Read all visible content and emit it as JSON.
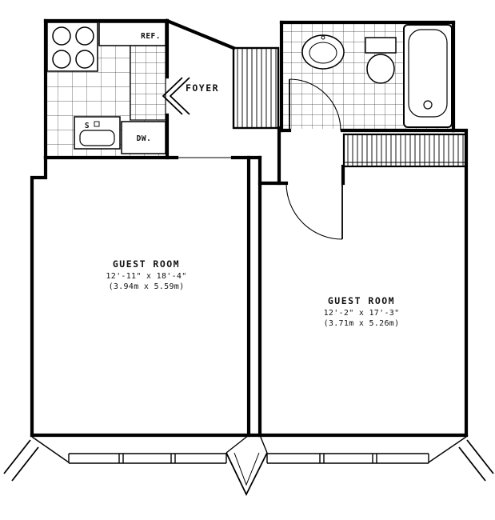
{
  "labels": {
    "foyer": "FOYER",
    "refrigerator": "REF.",
    "dishwasher": "DW.",
    "sink": "S"
  },
  "rooms": {
    "left": {
      "name": "GUEST ROOM",
      "dimensions_imperial": "12'-11\" x 18'-4\"",
      "dimensions_metric": "(3.94m x 5.59m)"
    },
    "right": {
      "name": "GUEST ROOM",
      "dimensions_imperial": "12'-2\" x 17'-3\"",
      "dimensions_metric": "(3.71m x 5.26m)"
    }
  }
}
